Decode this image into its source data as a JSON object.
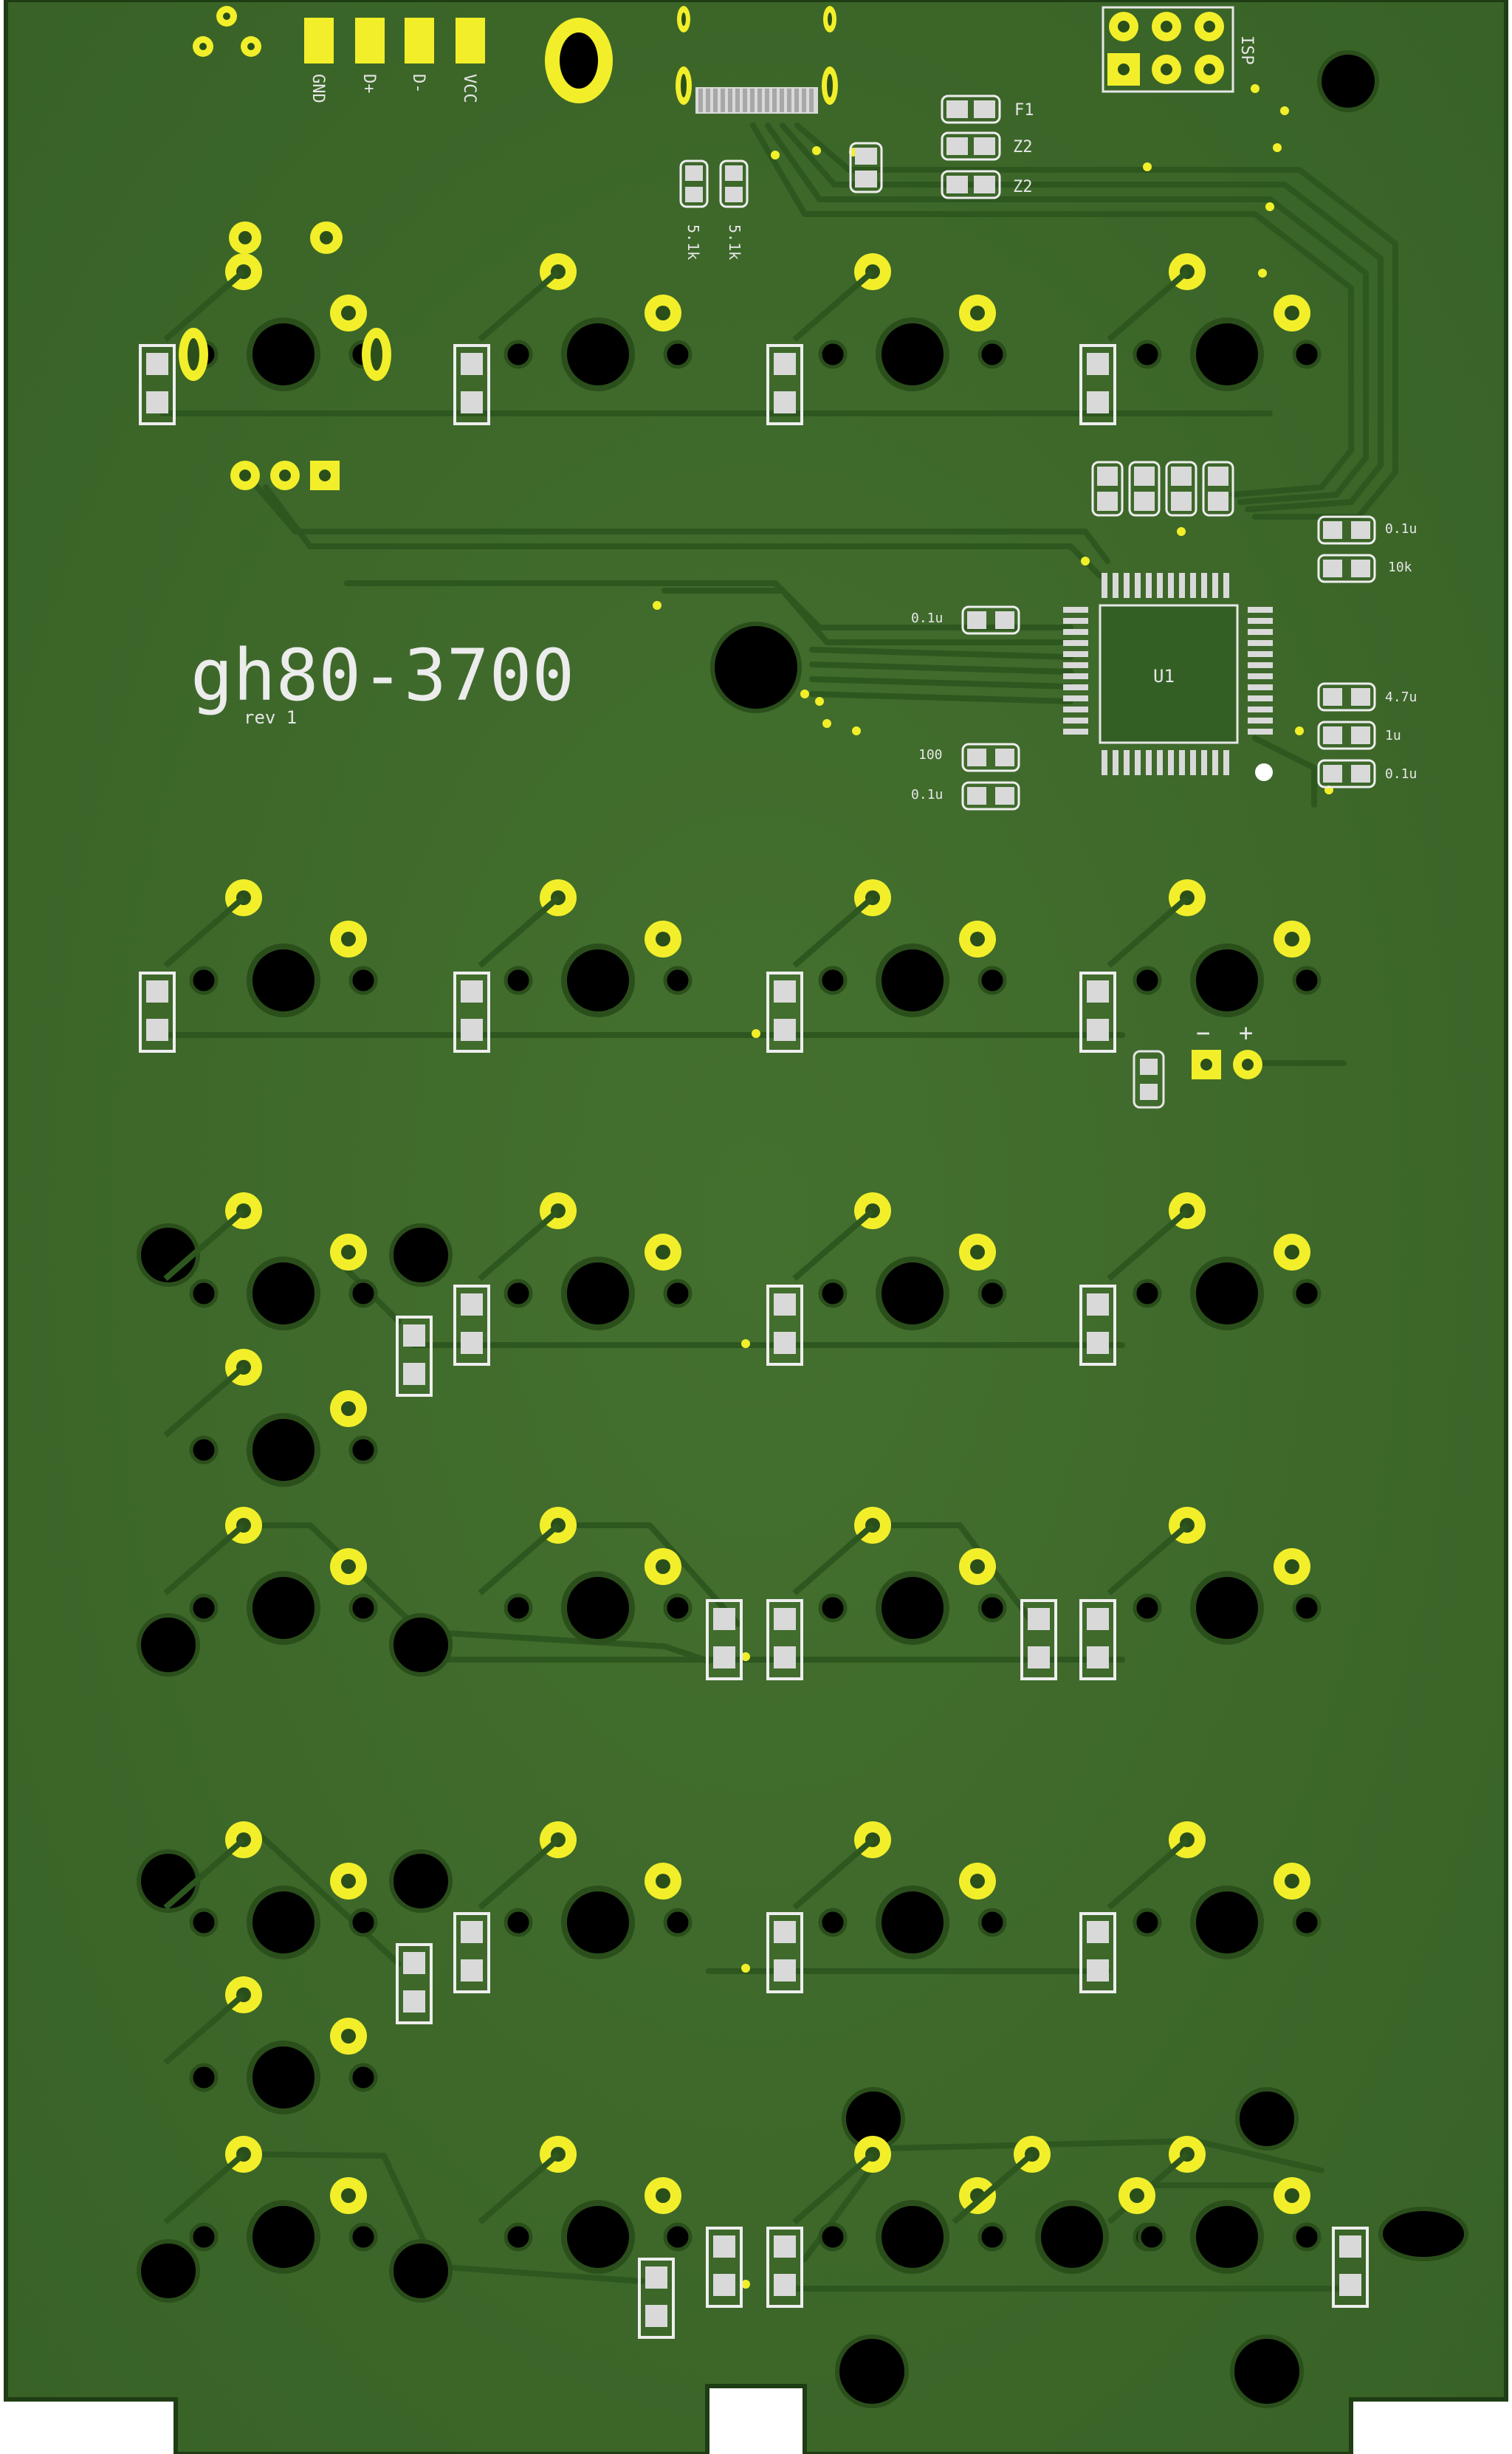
{
  "board": {
    "title": "gh80-3700",
    "revision": "rev 1",
    "colors": {
      "substrate": "#2e5a1f",
      "soldermask": "#3f6a2c",
      "trace": "#335f24",
      "pad": "#f2ef2a",
      "pad_ring": "#d6d21c",
      "silkscreen": "#eeeeee",
      "hole": "#000000"
    }
  },
  "header": {
    "labels": [
      "GND",
      "D+",
      "D-",
      "VCC"
    ]
  },
  "components": {
    "fuse_label": "F1",
    "zener_labels": [
      "Z2",
      "Z2"
    ],
    "resistor_labels": [
      "5.1k",
      "5.1k"
    ],
    "mcu_label": "U1",
    "isp_label": "ISP",
    "cap_labels": [
      "0.1u",
      "10k",
      "0.1u",
      "4.7u",
      "1u",
      "0.1u",
      "100",
      "0.1u"
    ],
    "led_minus": "−",
    "led_plus": "+"
  }
}
